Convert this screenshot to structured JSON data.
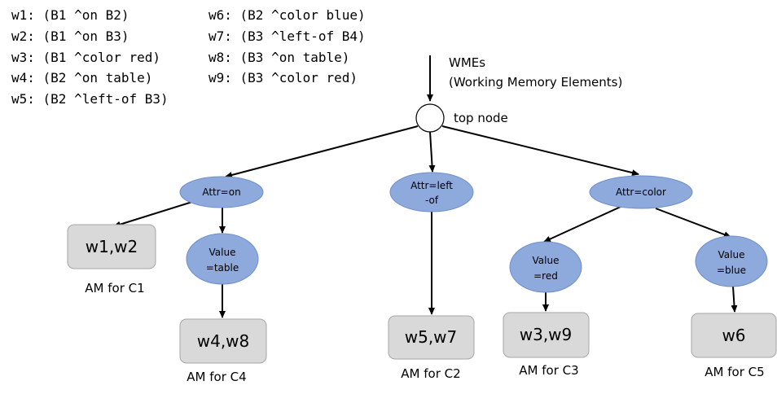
{
  "wmes_left": [
    "w1: (B1 ^on B2)",
    "w2: (B1 ^on B3)",
    "w3: (B1 ^color red)",
    "w4: (B2 ^on table)",
    "w5: (B2 ^left-of B3)"
  ],
  "wmes_right": [
    "w6: (B2 ^color blue)",
    "w7: (B3 ^left-of B4)",
    "w8: (B3 ^on table)",
    "w9: (B3 ^color red)"
  ],
  "wme_title_line1": "WMEs",
  "wme_title_line2": "(Working Memory Elements)",
  "top_node_label": "top node",
  "nodes": {
    "attr_on": "Attr=on",
    "attr_leftof_line1": "Attr=left",
    "attr_leftof_line2": "-of",
    "attr_color": "Attr=color",
    "value_table_line1": "Value",
    "value_table_line2": "=table",
    "value_red_line1": "Value",
    "value_red_line2": "=red",
    "value_blue_line1": "Value",
    "value_blue_line2": "=blue"
  },
  "memories": {
    "c1_content": "w1,w2",
    "c1_label": "AM for C1",
    "c4_content": "w4,w8",
    "c4_label": "AM for C4",
    "c2_content": "w5,w7",
    "c2_label": "AM for C2",
    "c3_content": "w3,w9",
    "c3_label": "AM for C3",
    "c5_content": "w6",
    "c5_label": "AM for C5"
  }
}
